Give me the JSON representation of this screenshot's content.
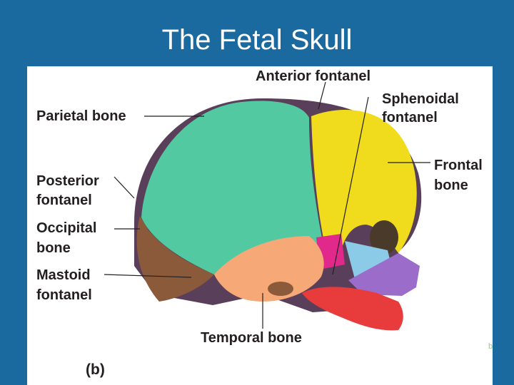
{
  "slide": {
    "title": "The Fetal Skull",
    "corner_text": "b"
  },
  "figure": {
    "panel_label": "(b)",
    "labels": {
      "anterior_fontanel": "Anterior fontanel",
      "sphenoidal_fontanel_1": "Sphenoidal",
      "sphenoidal_fontanel_2": "fontanel",
      "parietal_bone": "Parietal bone",
      "frontal_bone_1": "Frontal",
      "frontal_bone_2": "bone",
      "posterior_fontanel_1": "Posterior",
      "posterior_fontanel_2": "fontanel",
      "occipital_bone_1": "Occipital",
      "occipital_bone_2": "bone",
      "mastoid_fontanel_1": "Mastoid",
      "mastoid_fontanel_2": "fontanel",
      "temporal_bone": "Temporal bone"
    },
    "colors": {
      "parietal": "#52c9a0",
      "frontal": "#f0dc1c",
      "occipital": "#8a5a3a",
      "temporal": "#f7a877",
      "sphenoid_pink": "#e0298a",
      "light_blue": "#8ccbe8",
      "purple": "#a67fd0",
      "maxilla_purple": "#9b6cc9",
      "mandible_red": "#e83c3c",
      "fontanel_membrane": "#5a3f5a"
    }
  }
}
